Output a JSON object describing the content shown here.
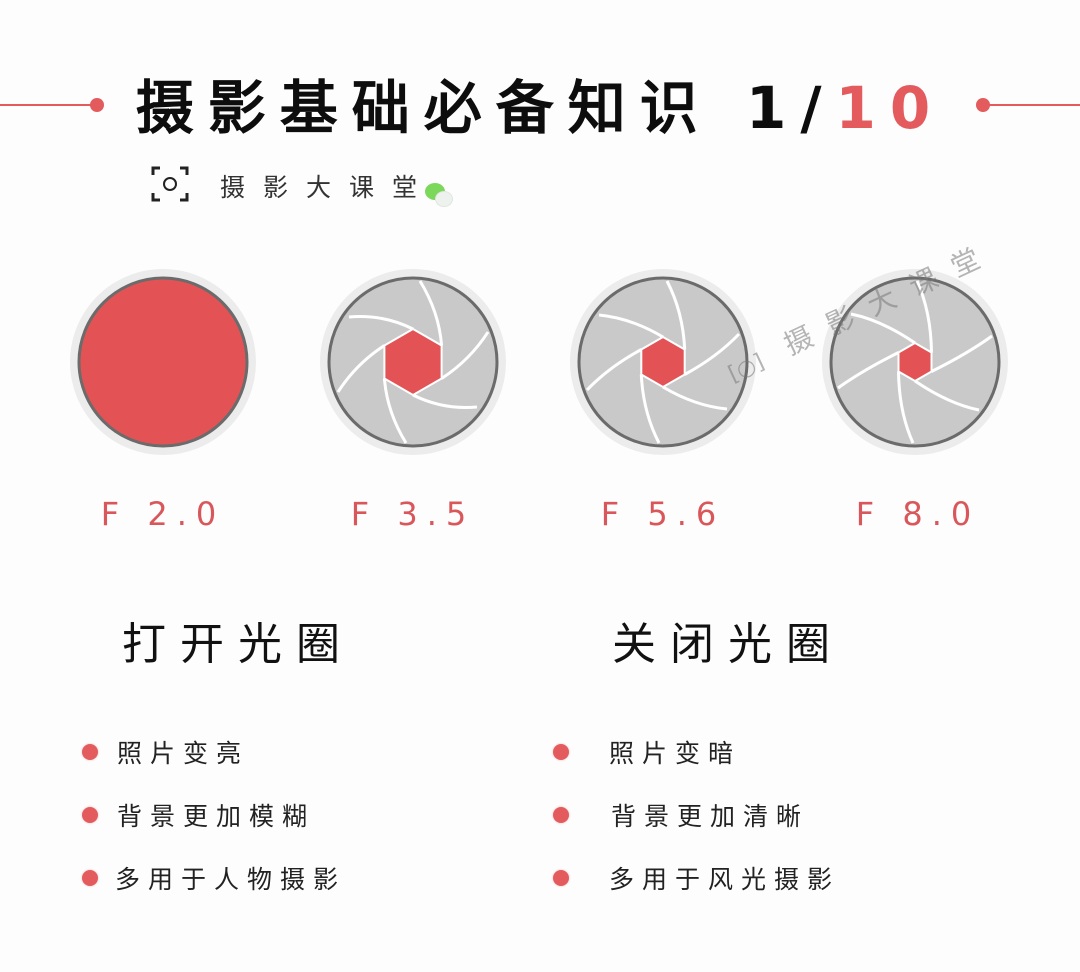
{
  "header": {
    "title_main": "摄影基础必备知识 1/",
    "title_accent": "10",
    "page_current": "1",
    "page_total": "10"
  },
  "brand": {
    "name": "摄影大课堂",
    "icon": "camera-frame-icon",
    "badge_icon": "wechat-icon"
  },
  "watermark": {
    "text": "摄影大课堂"
  },
  "apertures": [
    {
      "label": "F 2.0",
      "state": "open",
      "hex_radius": 0
    },
    {
      "label": "F 3.5",
      "state": "hex",
      "hex_radius": 33
    },
    {
      "label": "F 5.6",
      "state": "hex",
      "hex_radius": 25
    },
    {
      "label": "F 8.0",
      "state": "hex",
      "hex_radius": 19
    }
  ],
  "sections": [
    {
      "heading": "打开光圈",
      "bullets": [
        "照片变亮",
        "背景更加模糊",
        "多用于人物摄影"
      ]
    },
    {
      "heading": "关闭光圈",
      "bullets": [
        "照片变暗",
        "背景更加清晰",
        "多用于风光摄影"
      ]
    }
  ],
  "colors": {
    "accent": "#e35b5d",
    "blade": "#c9c9c9",
    "ring": "#e6e6e6",
    "rim": "#6b6b6b",
    "text": "#111111"
  }
}
